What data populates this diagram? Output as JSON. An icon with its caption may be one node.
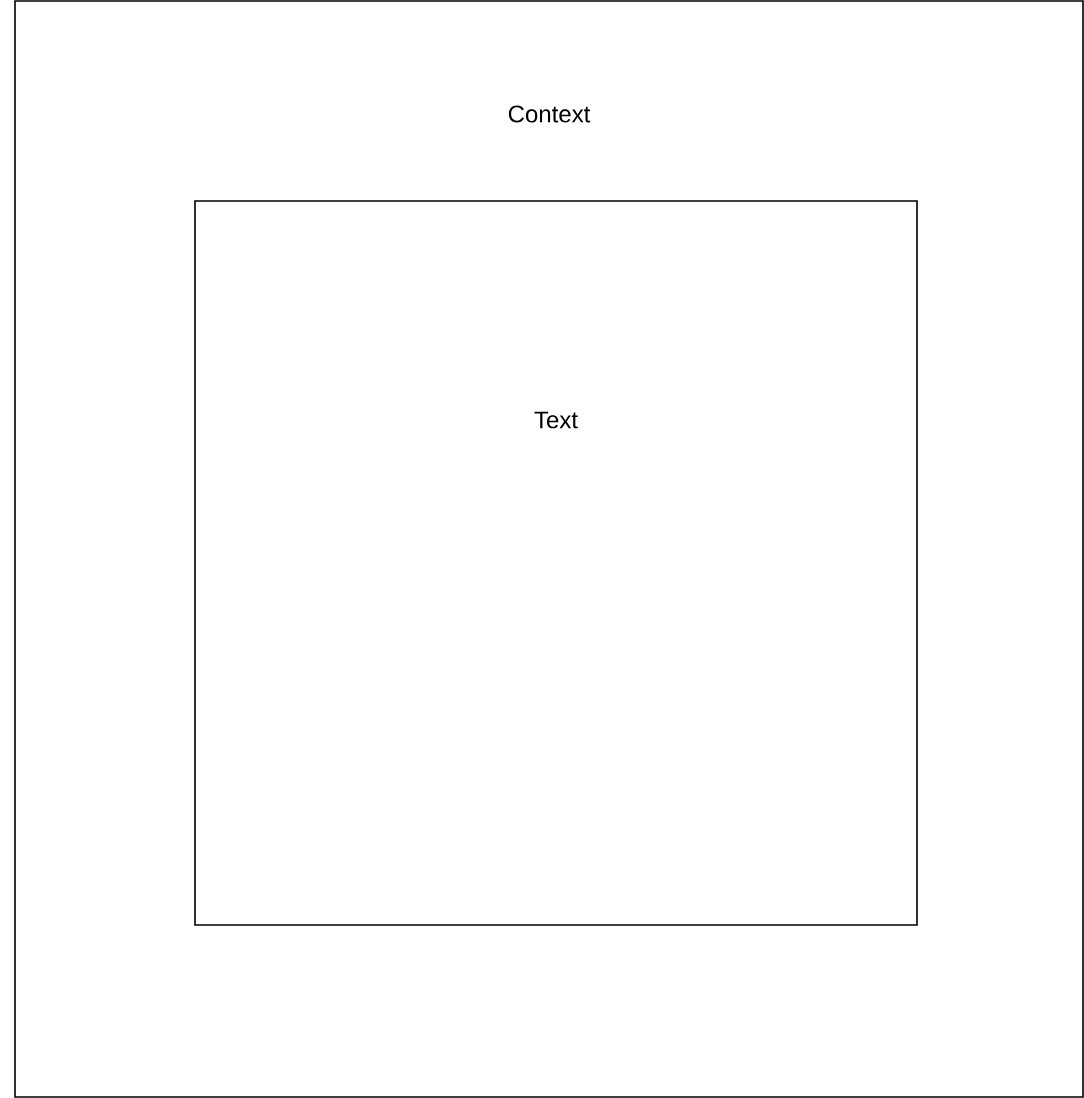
{
  "diagram": {
    "nodes": [
      {
        "text": [
          "Context"
        ]
      },
      {
        "text": [
          "Text"
        ],
        "in": 0
      }
    ]
  }
}
